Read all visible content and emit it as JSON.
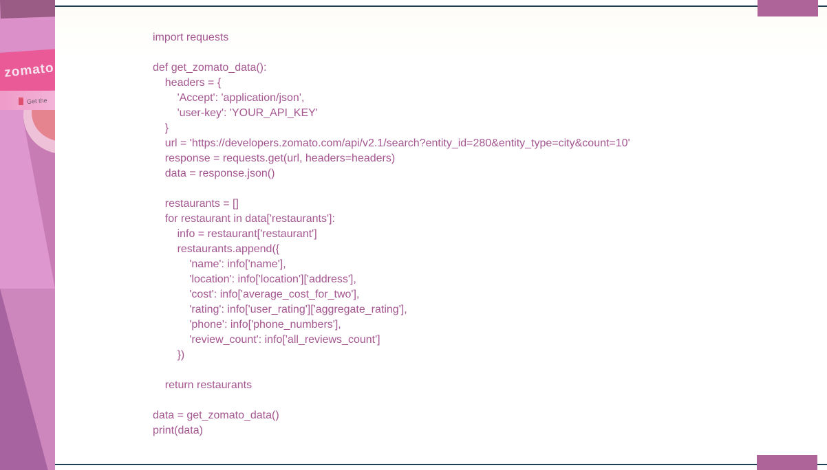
{
  "frame": {
    "background": "#ffffff",
    "rule_color": "#1d3e52",
    "accent_color": "#ae6399"
  },
  "sidebar": {
    "brand": "zomato",
    "get_app_label": "Get the",
    "colors": {
      "top_band": "#9a5c84",
      "light_pink": "#db90c9",
      "brand_band": "#e95a97",
      "get_app_row": "#f3b3d8",
      "photo_bg": "#df97d0",
      "food": "#e5838f",
      "plate": "#eec1d8",
      "wedge": "#c77cb4",
      "bottom_light": "#cd87bd",
      "bottom_dark": "#a763a0"
    }
  },
  "code": {
    "language": "python",
    "color": "#a45690",
    "text": "import requests\n\ndef get_zomato_data():\n    headers = {\n        'Accept': 'application/json',\n        'user-key': 'YOUR_API_KEY'\n    }\n    url = 'https://developers.zomato.com/api/v2.1/search?entity_id=280&entity_type=city&count=10'\n    response = requests.get(url, headers=headers)\n    data = response.json()\n\n    restaurants = []\n    for restaurant in data['restaurants']:\n        info = restaurant['restaurant']\n        restaurants.append({\n            'name': info['name'],\n            'location': info['location']['address'],\n            'cost': info['average_cost_for_two'],\n            'rating': info['user_rating']['aggregate_rating'],\n            'phone': info['phone_numbers'],\n            'review_count': info['all_reviews_count']\n        })\n\n    return restaurants\n\ndata = get_zomato_data()\nprint(data)"
  }
}
